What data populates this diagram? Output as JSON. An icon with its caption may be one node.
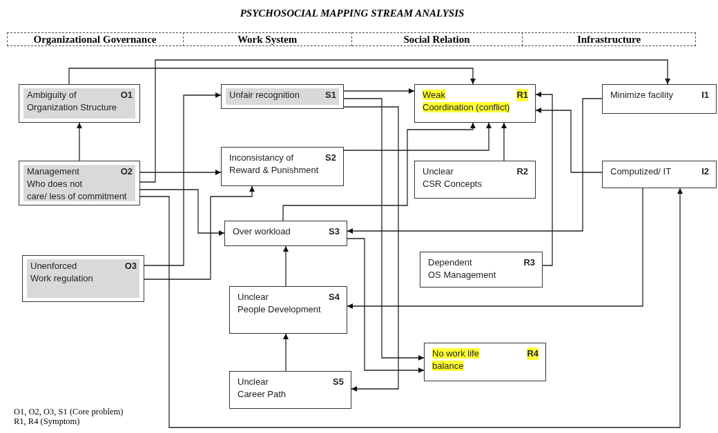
{
  "diagram": {
    "title": "PSYCHOSOCIAL MAPPING STREAM ANALYSIS",
    "nodes": [
      {
        "text": [
          "Ambiguity of Organization Structure",
          "O1"
        ]
      },
      {
        "text": [
          "Management Who does not care/ less of commitment",
          "O2"
        ]
      },
      {
        "text": [
          "Unenforced Work regulation",
          "O3"
        ]
      },
      {
        "text": [
          "Unfair recognition",
          "S1"
        ]
      },
      {
        "text": [
          "Inconsistancy of Reward & Punishment",
          "S2"
        ]
      },
      {
        "text": [
          "Over workload",
          "S3"
        ]
      },
      {
        "text": [
          "Unclear People Development",
          "S4"
        ]
      },
      {
        "text": [
          "Unclear Career Path",
          "S5"
        ]
      },
      {
        "text": [
          "Weak Coordination (conflict)",
          "R1"
        ]
      },
      {
        "text": [
          "Unclear CSR Concepts",
          "R2"
        ]
      },
      {
        "text": [
          "Dependent OS Management",
          "R3"
        ]
      },
      {
        "text": [
          "No work life balance",
          "R4"
        ]
      },
      {
        "text": [
          "Minimize facility",
          "I1"
        ]
      },
      {
        "text": [
          "Computized/ IT",
          "I2"
        ]
      }
    ],
    "edges": [
      {
        "from": 1,
        "to": 0,
        "arrow": "to"
      },
      {
        "from": 0,
        "to": 8,
        "arrow": "to"
      },
      {
        "from": 1,
        "to": 12,
        "arrow": "to"
      },
      {
        "from": 1,
        "to": 4,
        "arrow": "to"
      },
      {
        "from": 1,
        "to": 5,
        "arrow": "to"
      },
      {
        "from": 1,
        "to": 13,
        "arrow": "to"
      },
      {
        "from": 2,
        "to": 3,
        "arrow": "to"
      },
      {
        "from": 2,
        "to": 4,
        "arrow": "to"
      },
      {
        "from": 3,
        "to": 8,
        "arrow": "to"
      },
      {
        "from": 3,
        "to": 11,
        "arrow": "to"
      },
      {
        "from": 3,
        "to": 7,
        "arrow": "to"
      },
      {
        "from": 5,
        "to": 11,
        "arrow": "to"
      },
      {
        "from": 4,
        "to": 8,
        "arrow": "to"
      },
      {
        "from": 5,
        "to": 8,
        "arrow": "to"
      },
      {
        "from": 9,
        "to": 8,
        "arrow": "to"
      },
      {
        "from": 10,
        "to": 8,
        "arrow": "to"
      },
      {
        "from": 13,
        "to": 8,
        "arrow": "to"
      },
      {
        "from": 12,
        "to": 5,
        "arrow": "to"
      },
      {
        "from": 13,
        "to": 6,
        "arrow": "to"
      },
      {
        "from": 6,
        "to": 5,
        "arrow": "to"
      },
      {
        "from": 7,
        "to": 6,
        "arrow": "to"
      }
    ],
    "labels": [
      "Organizational Governance",
      "Work System",
      "Social Relation",
      "Infrastructure",
      "O1, O2, O3, S1 (Core problem)",
      "R1, R4 (Symptom)"
    ]
  }
}
